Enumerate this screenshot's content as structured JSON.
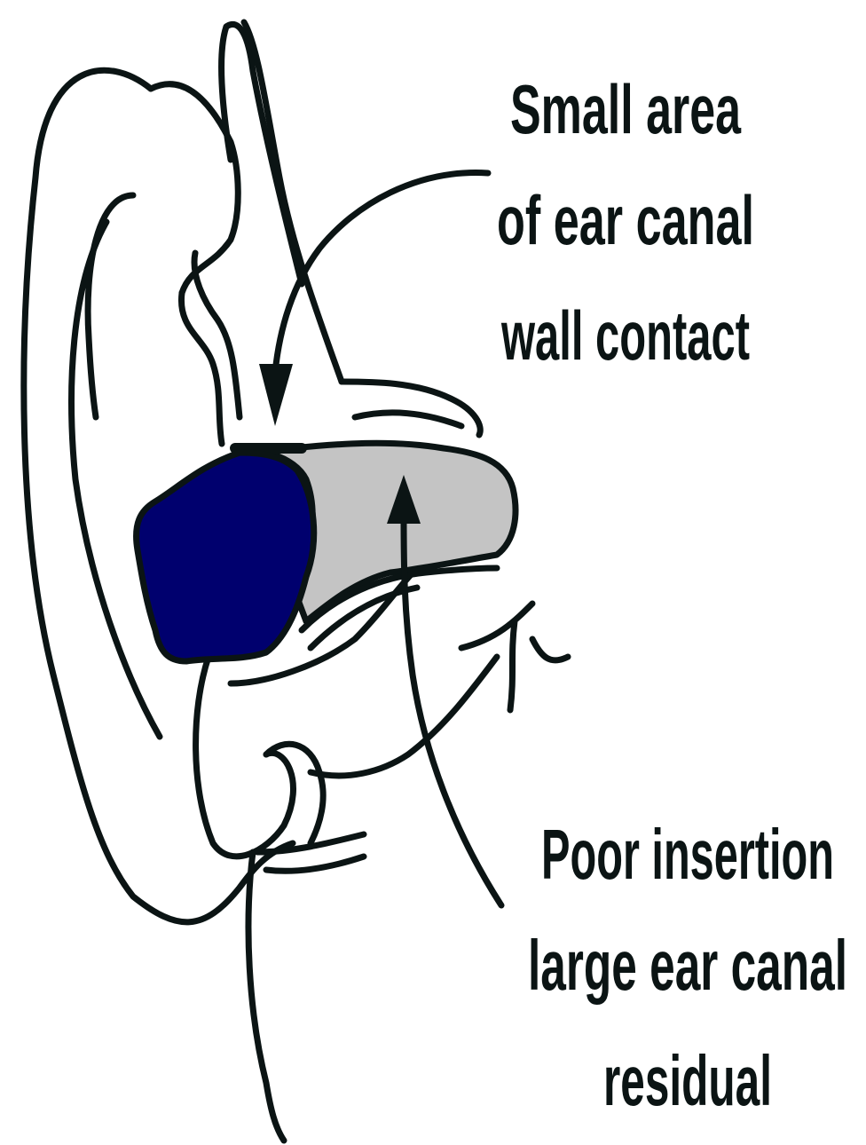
{
  "callouts": {
    "top": {
      "lines": [
        "Small area",
        "of ear canal",
        "wall contact"
      ]
    },
    "bottom": {
      "lines": [
        "Poor insertion",
        "large ear canal",
        "residual"
      ]
    }
  },
  "colors": {
    "outline": "#0b1414",
    "earplug": "#00006e",
    "residual_canal": "#c4c4c4",
    "background": "#ffffff"
  }
}
